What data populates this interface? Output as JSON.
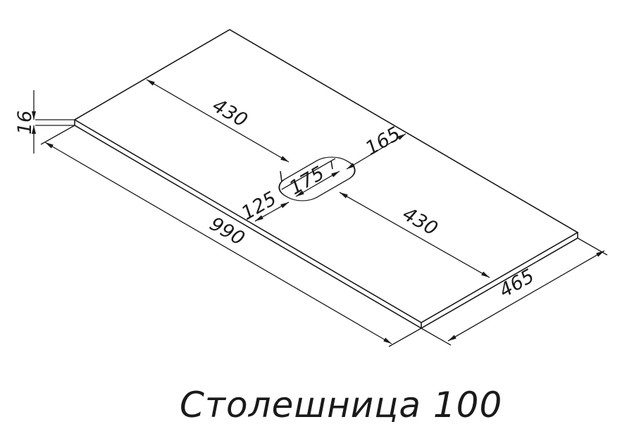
{
  "title": "Столешница 100",
  "dimensions": {
    "thickness": "16",
    "length": "990",
    "depth": "465",
    "hole_left_offset": "430",
    "hole_right_offset": "430",
    "hole_back_offset": "165",
    "hole_front_offset": "125",
    "hole_width": "175"
  },
  "colors": {
    "line": "#1a1a1a",
    "background": "#ffffff"
  }
}
